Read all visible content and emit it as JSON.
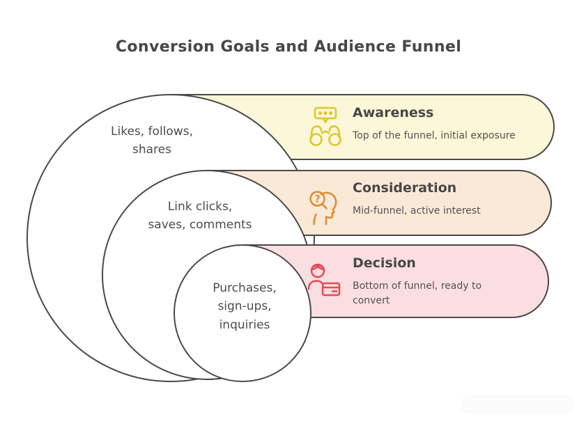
{
  "title": "Conversion Goals and Audience Funnel",
  "circles": [
    {
      "name": "awareness-audience",
      "lines": [
        "Likes, follows,",
        "shares"
      ]
    },
    {
      "name": "consideration-audience",
      "lines": [
        "Link clicks,",
        "saves, comments"
      ]
    },
    {
      "name": "decision-audience",
      "lines": [
        "Purchases,",
        "sign-ups,",
        "inquiries"
      ]
    }
  ],
  "stages": [
    {
      "title": "Awareness",
      "description": "Top of the funnel, initial exposure",
      "icon": "binoculars-with-speech-bubble-icon",
      "fill": "#fcf7d8",
      "accent": "#ddc62f"
    },
    {
      "title": "Consideration",
      "description": "Mid-funnel, active interest",
      "icon": "head-with-magnifier-question-icon",
      "icon_glyph": "?",
      "fill": "#fbe9d8",
      "accent": "#e1892f"
    },
    {
      "title": "Decision",
      "description": "Bottom of funnel, ready to convert",
      "icon": "person-with-credit-card-icon",
      "fill": "#fbdee1",
      "accent": "#e24b52"
    }
  ],
  "colors": {
    "outline": "#4a4747",
    "text": "#474747",
    "background": "#ffffff"
  }
}
